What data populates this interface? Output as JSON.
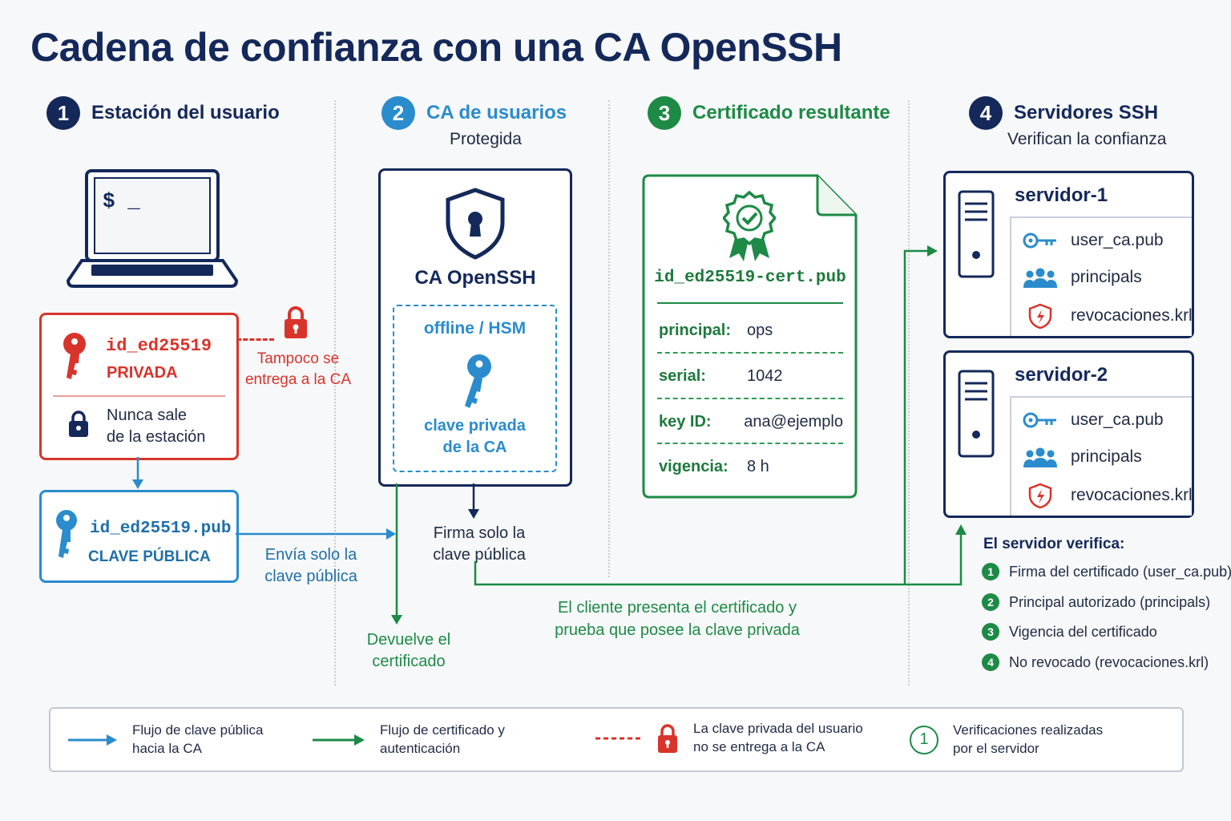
{
  "title": "Cadena de confianza con una CA OpenSSH",
  "colors": {
    "navy": "#14285a",
    "blue": "#2a8ccc",
    "green": "#1d8a46",
    "red": "#d8342b"
  },
  "steps": [
    {
      "num": "1",
      "label": "Estación del usuario",
      "sub": ""
    },
    {
      "num": "2",
      "label": "CA de usuarios",
      "sub": "Protegida"
    },
    {
      "num": "3",
      "label": "Certificado resultante",
      "sub": ""
    },
    {
      "num": "4",
      "label": "Servidores SSH",
      "sub": "Verifican la confianza"
    }
  ],
  "station": {
    "prompt": "$ _",
    "private_key_name": "id_ed25519",
    "private_key_tag": "PRIVADA",
    "never_leaves_1": "Nunca sale",
    "never_leaves_2": "de la estación",
    "not_given_1": "Tampoco se",
    "not_given_2": "entrega a la CA",
    "public_key_name": "id_ed25519.pub",
    "public_key_tag": "CLAVE PÚBLICA",
    "send_1": "Envía solo la",
    "send_2": "clave pública"
  },
  "ca": {
    "name": "CA OpenSSH",
    "storage": "offline / HSM",
    "key_1": "clave privada",
    "key_2": "de la CA",
    "sign_1": "Firma solo la",
    "sign_2": "clave pública",
    "return_1": "Devuelve el",
    "return_2": "certificado"
  },
  "certificate": {
    "filename": "id_ed25519-cert.pub",
    "fields": [
      {
        "key": "principal:",
        "value": "ops"
      },
      {
        "key": "serial:",
        "value": "1042"
      },
      {
        "key": "key ID:",
        "value": "ana@ejemplo"
      },
      {
        "key": "vigencia:",
        "value": "8 h"
      }
    ]
  },
  "client_msg_1": "El cliente presenta el certificado y",
  "client_msg_2": "prueba que posee la clave privada",
  "servers": [
    {
      "name": "servidor-1",
      "items": [
        "user_ca.pub",
        "principals",
        "revocaciones.krl"
      ]
    },
    {
      "name": "servidor-2",
      "items": [
        "user_ca.pub",
        "principals",
        "revocaciones.krl"
      ]
    }
  ],
  "verify": {
    "title": "El servidor verifica:",
    "checks": [
      {
        "n": "1",
        "text": "Firma del certificado (user_ca.pub)"
      },
      {
        "n": "2",
        "text": "Principal autorizado (principals)"
      },
      {
        "n": "3",
        "text": "Vigencia del certificado"
      },
      {
        "n": "4",
        "text": "No revocado (revocaciones.krl)"
      }
    ]
  },
  "legend": [
    {
      "line1": "Flujo de clave pública",
      "line2": "hacia la CA",
      "icon": "blue-arrow-icon"
    },
    {
      "line1": "Flujo de certificado y",
      "line2": "autenticación",
      "icon": "green-arrow-icon"
    },
    {
      "line1": "La clave privada del usuario",
      "line2": "no se entrega a la CA",
      "icon": "red-dash-lock-icon"
    },
    {
      "line1": "Verificaciones realizadas",
      "line2": "por el servidor",
      "icon": "check-number-icon",
      "num": "1"
    }
  ]
}
